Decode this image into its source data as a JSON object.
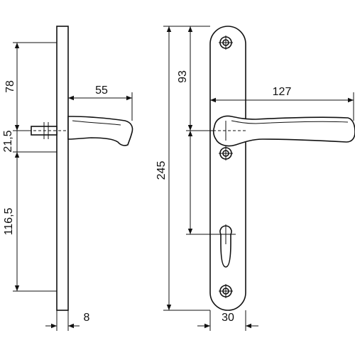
{
  "dimensions": {
    "side_top_78": "78",
    "side_21_5": "21,5",
    "side_116_5": "116,5",
    "side_handle_55": "55",
    "side_thickness_8": "8",
    "front_total_245": "245",
    "front_93": "93",
    "front_handle_127": "127",
    "front_width_30": "30"
  },
  "colors": {
    "line": "#111111",
    "background": "#ffffff"
  }
}
